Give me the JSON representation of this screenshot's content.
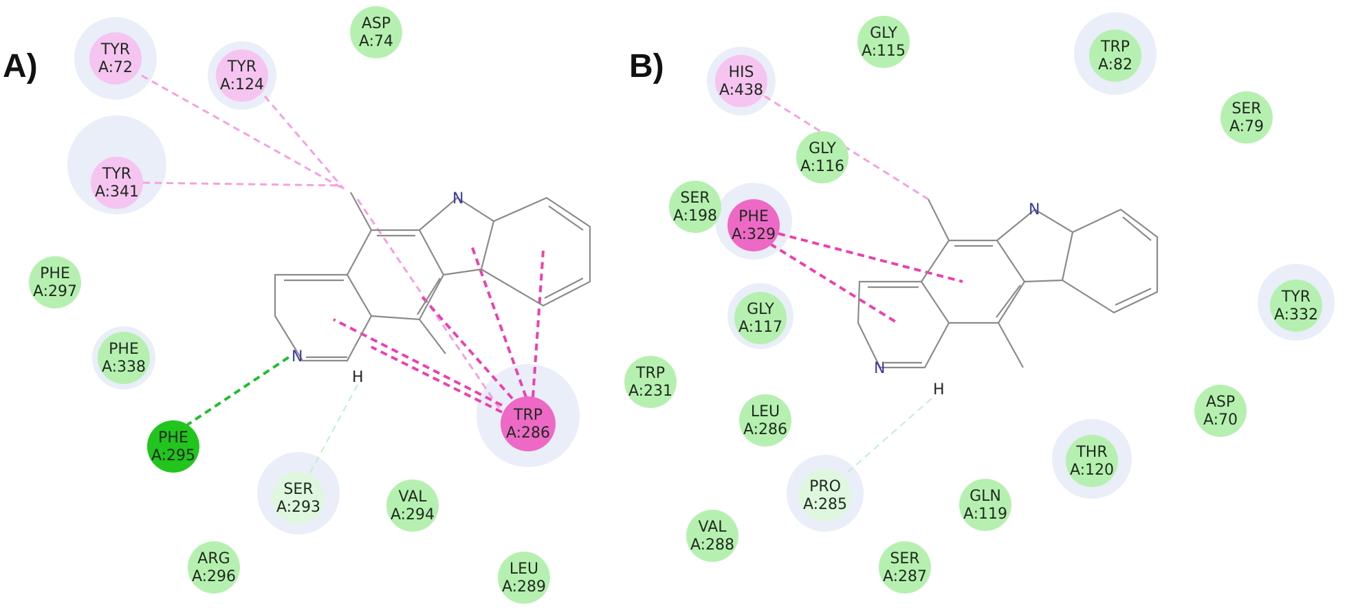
{
  "panels": [
    {
      "label": "A)",
      "residues": [
        {
          "name": "TYR",
          "num": "A:72",
          "kind": "pi"
        },
        {
          "name": "TYR",
          "num": "A:124",
          "kind": "pi"
        },
        {
          "name": "ASP",
          "num": "A:74",
          "kind": "vdw"
        },
        {
          "name": "TYR",
          "num": "A:341",
          "kind": "pi"
        },
        {
          "name": "PHE",
          "num": "A:297",
          "kind": "vdw"
        },
        {
          "name": "PHE",
          "num": "A:338",
          "kind": "vdw"
        },
        {
          "name": "PHE",
          "num": "A:295",
          "kind": "hbond"
        },
        {
          "name": "SER",
          "num": "A:293",
          "kind": "ch"
        },
        {
          "name": "VAL",
          "num": "A:294",
          "kind": "vdw"
        },
        {
          "name": "ARG",
          "num": "A:296",
          "kind": "vdw"
        },
        {
          "name": "LEU",
          "num": "A:289",
          "kind": "vdw"
        },
        {
          "name": "TRP",
          "num": "A:286",
          "kind": "pistack"
        }
      ],
      "atoms": {
        "n_indole": "N",
        "n_pyridine": "N",
        "h": "H"
      }
    },
    {
      "label": "B)",
      "residues": [
        {
          "name": "HIS",
          "num": "A:438",
          "kind": "pi"
        },
        {
          "name": "GLY",
          "num": "A:115",
          "kind": "vdw"
        },
        {
          "name": "TRP",
          "num": "A:82",
          "kind": "vdw"
        },
        {
          "name": "SER",
          "num": "A:79",
          "kind": "vdw"
        },
        {
          "name": "GLY",
          "num": "A:116",
          "kind": "vdw"
        },
        {
          "name": "SER",
          "num": "A:198",
          "kind": "vdw"
        },
        {
          "name": "PHE",
          "num": "A:329",
          "kind": "pistack"
        },
        {
          "name": "GLY",
          "num": "A:117",
          "kind": "vdw"
        },
        {
          "name": "TYR",
          "num": "A:332",
          "kind": "vdw"
        },
        {
          "name": "TRP",
          "num": "A:231",
          "kind": "vdw"
        },
        {
          "name": "LEU",
          "num": "A:286",
          "kind": "vdw"
        },
        {
          "name": "ASP",
          "num": "A:70",
          "kind": "vdw"
        },
        {
          "name": "THR",
          "num": "A:120",
          "kind": "vdw"
        },
        {
          "name": "PRO",
          "num": "A:285",
          "kind": "ch"
        },
        {
          "name": "GLN",
          "num": "A:119",
          "kind": "vdw"
        },
        {
          "name": "VAL",
          "num": "A:288",
          "kind": "vdw"
        },
        {
          "name": "SER",
          "num": "A:287",
          "kind": "vdw"
        }
      ],
      "atoms": {
        "n_indole": "N",
        "n_pyridine": "N",
        "h": "H"
      }
    }
  ],
  "colors": {
    "vdw": "#b6f0b0",
    "hbond": "#22c41e",
    "ch": "#dff7de",
    "pi": "#f6c4f0",
    "pistack": "#ee69c6",
    "halo": "#e9eef8",
    "bond": "#8a8a8a",
    "pi_line_light": "#f4a0e2",
    "pi_line": "#ee3fae",
    "hbond_line": "#1fbf2a",
    "ch_line": "#bfefcf"
  }
}
